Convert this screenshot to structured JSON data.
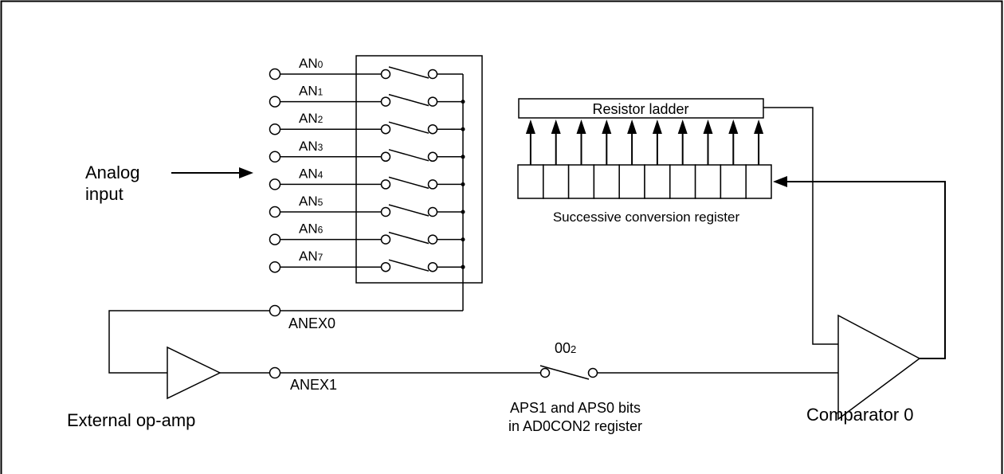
{
  "analog_input": {
    "line1": "Analog",
    "line2": "input"
  },
  "channels": [
    {
      "main": "AN",
      "sub": "0"
    },
    {
      "main": "AN",
      "sub": "1"
    },
    {
      "main": "AN",
      "sub": "2"
    },
    {
      "main": "AN",
      "sub": "3"
    },
    {
      "main": "AN",
      "sub": "4"
    },
    {
      "main": "AN",
      "sub": "5"
    },
    {
      "main": "AN",
      "sub": "6"
    },
    {
      "main": "AN",
      "sub": "7"
    }
  ],
  "anex0": "ANEX0",
  "anex1": "ANEX1",
  "external_opamp": "External op-amp",
  "resistor_ladder": "Resistor ladder",
  "successive_register": "Successive conversion register",
  "register_cells": 10,
  "switch_setting": {
    "main": "00",
    "sub": "2"
  },
  "aps_label": {
    "line1": "APS1 and APS0 bits",
    "line2": "in AD0CON2 register"
  },
  "comparator": "Comparator 0"
}
